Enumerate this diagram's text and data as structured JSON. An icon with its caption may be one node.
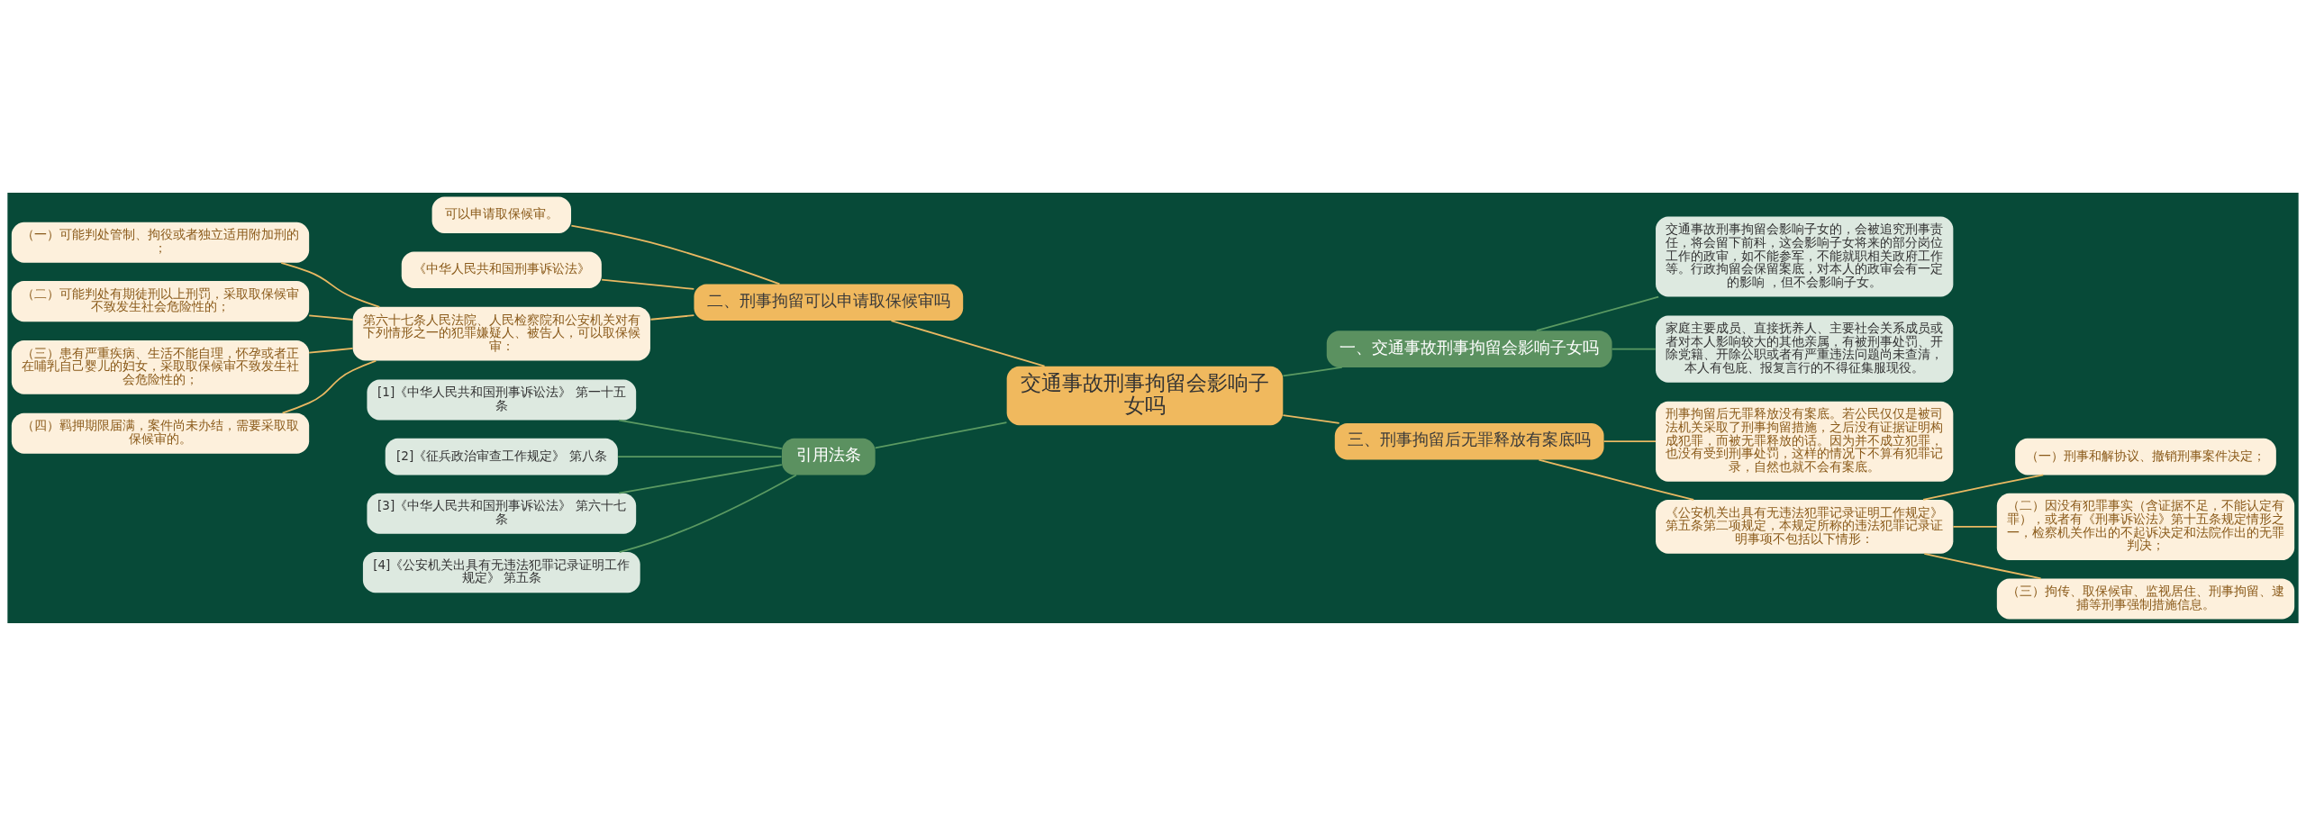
{
  "diagram": {
    "nodes": [
      {
        "text": [
          "交通事故刑事拘留会影响子女吗"
        ]
      },
      {
        "text": [
          "二、刑事拘留可以申请取保候审吗"
        ]
      },
      {
        "text": [
          "可以申请取保候审。"
        ]
      },
      {
        "text": [
          "《中华人民共和国刑事诉讼法》"
        ]
      },
      {
        "text": [
          "第六十七条人民法院、人民检察院和公安机关对有下列情形之一的犯罪嫌疑人、被告人，可以取保候审："
        ]
      },
      {
        "text": [
          "（一）可能判处管制、拘役或者独立适用附加刑的；"
        ]
      },
      {
        "text": [
          "（二）可能判处有期徒刑以上刑罚，采取取保候审不致发生社会危险性的；"
        ]
      },
      {
        "text": [
          "（三）患有严重疾病、生活不能自理，怀孕或者正在哺乳自己婴儿的妇女，采取取保候审不致发生社会危险性的；"
        ]
      },
      {
        "text": [
          "（四）羁押期限届满，案件尚未办结，需要采取取保候审的。"
        ]
      },
      {
        "text": [
          "引用法条"
        ]
      },
      {
        "text": [
          "[1]《中华人民共和国刑事诉讼法》 第一十五条"
        ]
      },
      {
        "text": [
          "[2]《征兵政治审查工作规定》 第八条"
        ]
      },
      {
        "text": [
          "[3]《中华人民共和国刑事诉讼法》 第六十七条"
        ]
      },
      {
        "text": [
          "[4]《公安机关出具有无违法犯罪记录证明工作规定》 第五条"
        ]
      },
      {
        "text": [
          "一、交通事故刑事拘留会影响子女吗"
        ]
      },
      {
        "text": [
          "交通事故刑事拘留会影响子女的，会被追究刑事责任，将会留下前科，这会影响子女将来的部分岗位工作的政审，如不能参军，不能就职相关政府工作等。行政拘留会保留案底，对本人的政审会有一定的影响 ，但不会影响子女。"
        ]
      },
      {
        "text": [
          "家庭主要成员、直接抚养人、主要社会关系成员或者对本人影响较大的其他亲属，有被刑事处罚、开除党籍、开除公职或者有严重违法问题尚未查清，本人有包庇、报复言行的不得征集服现役。"
        ]
      },
      {
        "text": [
          "三、刑事拘留后无罪释放有案底吗"
        ]
      },
      {
        "text": [
          "刑事拘留后无罪释放没有案底。若公民仅仅是被司法机关采取了刑事拘留措施，之后没有证据证明构成犯罪，而被无罪释放的话。因为并不成立犯罪，也没有受到刑事处罚，这样的情况下不算有犯罪记录，自然也就不会有案底。"
        ]
      },
      {
        "text": [
          "《公安机关出具有无违法犯罪记录证明工作规定》第五条第二项规定，本规定所称的违法犯罪记录证明事项不包括以下情形："
        ]
      },
      {
        "text": [
          "（一）刑事和解协议、撤销刑事案件决定；"
        ]
      },
      {
        "text": [
          "（二）因没有犯罪事实（含证据不足，不能认定有罪），或者有《刑事诉讼法》第十五条规定情形之一，检察机关作出的不起诉决定和法院作出的无罪判决；"
        ]
      },
      {
        "text": [
          "（三）拘传、取保候审、监视居住、刑事拘留、逮捕等刑事强制措施信息。"
        ]
      }
    ],
    "edges": [
      {
        "from": 0,
        "to": 1,
        "arrow": "none"
      },
      {
        "from": 1,
        "to": 2,
        "arrow": "none"
      },
      {
        "from": 1,
        "to": 3,
        "arrow": "none"
      },
      {
        "from": 1,
        "to": 4,
        "arrow": "none"
      },
      {
        "from": 4,
        "to": 5,
        "arrow": "none"
      },
      {
        "from": 4,
        "to": 6,
        "arrow": "none"
      },
      {
        "from": 4,
        "to": 7,
        "arrow": "none"
      },
      {
        "from": 4,
        "to": 8,
        "arrow": "none"
      },
      {
        "from": 0,
        "to": 9,
        "arrow": "none",
        "color": "#5b9a62"
      },
      {
        "from": 9,
        "to": 10,
        "arrow": "none",
        "color": "#5b9a62"
      },
      {
        "from": 9,
        "to": 11,
        "arrow": "none",
        "color": "#5b9a62"
      },
      {
        "from": 9,
        "to": 12,
        "arrow": "none",
        "color": "#5b9a62"
      },
      {
        "from": 9,
        "to": 13,
        "arrow": "none",
        "color": "#5b9a62"
      },
      {
        "from": 0,
        "to": 14,
        "arrow": "none",
        "color": "#5b9a62"
      },
      {
        "from": 14,
        "to": 15,
        "arrow": "none",
        "color": "#5b9a62"
      },
      {
        "from": 14,
        "to": 16,
        "arrow": "none",
        "color": "#5b9a62"
      },
      {
        "from": 0,
        "to": 17,
        "arrow": "none"
      },
      {
        "from": 17,
        "to": 18,
        "arrow": "none"
      },
      {
        "from": 17,
        "to": 19,
        "arrow": "none"
      },
      {
        "from": 19,
        "to": 20,
        "arrow": "none"
      },
      {
        "from": 19,
        "to": 21,
        "arrow": "none"
      },
      {
        "from": 19,
        "to": 22,
        "arrow": "none"
      }
    ]
  }
}
